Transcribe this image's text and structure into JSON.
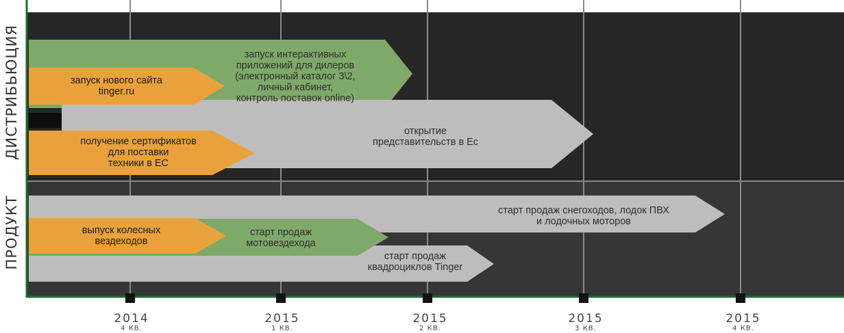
{
  "rows": [
    {
      "id": "distribution",
      "label": "ДИСТРИБЬЮЦИЯ"
    },
    {
      "id": "product",
      "label": "ПРОДУКТ"
    }
  ],
  "timeline": [
    {
      "year": "2014",
      "quarter": "4 КВ."
    },
    {
      "year": "2015",
      "quarter": "1 КВ."
    },
    {
      "year": "2015",
      "quarter": "2 КВ."
    },
    {
      "year": "2015",
      "quarter": "3 КВ."
    },
    {
      "year": "2015",
      "quarter": "4 КВ."
    }
  ],
  "bars": [
    {
      "row": "distribution",
      "color": "green",
      "lines": [
        "запуск интерактивных",
        "приложений для дилеров",
        "(электронный каталог 3\\2,",
        "личный кабинет,",
        "контроль поставок online)"
      ]
    },
    {
      "row": "distribution",
      "color": "orange",
      "lines": [
        "запуск нового сайта",
        "tinger.ru"
      ]
    },
    {
      "row": "distribution",
      "color": "gray",
      "lines": [
        "открытие",
        "представительств в Ес"
      ]
    },
    {
      "row": "distribution",
      "color": "orange",
      "lines": [
        "получение сертификатов",
        "для поставки",
        "техники в ЕС"
      ]
    },
    {
      "row": "product",
      "color": "gray",
      "lines": [
        "старт продаж снегоходов, лодок ПВХ",
        "и лодочных моторов"
      ]
    },
    {
      "row": "product",
      "color": "green",
      "lines": [
        "старт продаж",
        "мотовездехода"
      ]
    },
    {
      "row": "product",
      "color": "orange",
      "lines": [
        "выпуск колесных",
        "вездеходов"
      ]
    },
    {
      "row": "product",
      "color": "gray",
      "lines": [
        "старт продаж",
        "квадроциклов Tinger"
      ]
    }
  ],
  "colors": {
    "orange": "#e9a23b",
    "green": "#7fa968",
    "gray": "#bdbdbd",
    "panel_top": "#262626",
    "panel_bottom": "#363636",
    "frame": "#1f6b2c"
  }
}
